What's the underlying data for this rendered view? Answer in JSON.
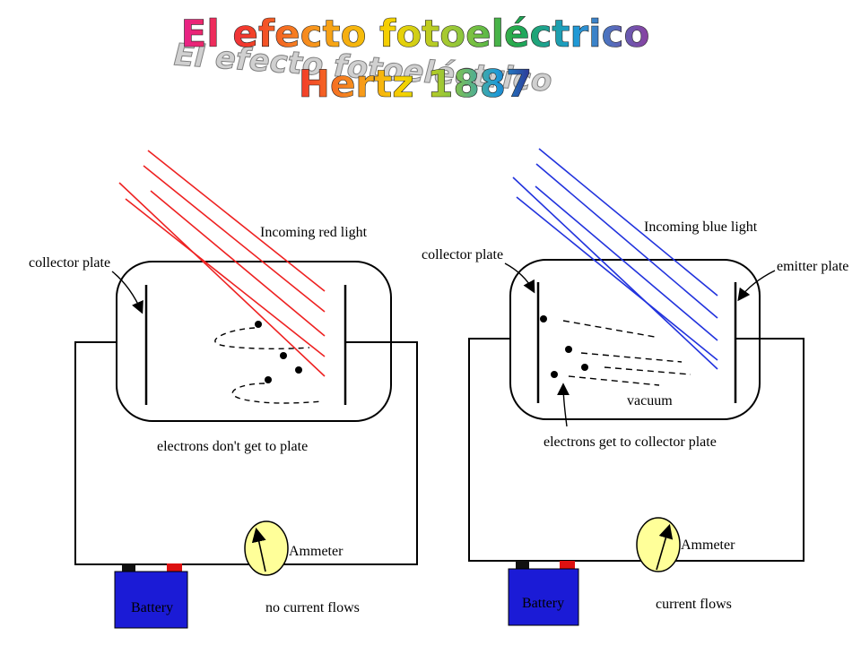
{
  "title": {
    "line1": "El efecto fotoeléctrico",
    "line2": "Hertz 1887",
    "shadow_text": "El efecto fotoeléctrico",
    "rainbow": [
      "#e8208c",
      "#f2392a",
      "#f7941d",
      "#f5d300",
      "#8dc63f",
      "#1fa84f",
      "#1e9bd7",
      "#2e3192",
      "#8b3fa0"
    ]
  },
  "left_panel": {
    "light_label": "Incoming red light",
    "light_color": "#ee2222",
    "collector_label": "collector plate",
    "electrons_label": "electrons don't get to plate",
    "ammeter_label": "Ammeter",
    "battery_label": "Battery",
    "current_label": "no current flows"
  },
  "right_panel": {
    "light_label": "Incoming blue light",
    "light_color": "#2233dd",
    "collector_label": "collector plate",
    "emitter_label": "emitter plate",
    "vacuum_label": "vacuum",
    "electrons_label": "electrons get to collector plate",
    "ammeter_label": "Ammeter",
    "battery_label": "Battery",
    "current_label": "current flows"
  },
  "colors": {
    "battery": "#1b1bd6",
    "ammeter": "#ffff99",
    "terminal_red": "#dd1111",
    "terminal_black": "#111111"
  }
}
